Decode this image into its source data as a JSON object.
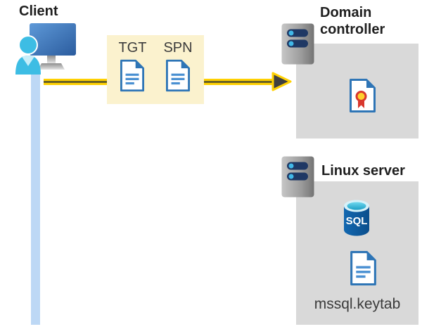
{
  "client": {
    "title": "Client"
  },
  "token_box": {
    "items": [
      {
        "label": "TGT"
      },
      {
        "label": "SPN"
      }
    ]
  },
  "domain_controller": {
    "title": "Domain controller"
  },
  "linux_server": {
    "title": "Linux server",
    "sql_label": "SQL",
    "keytab_label": "mssql.keytab"
  },
  "icons": {
    "client": "computer-user-icon",
    "token_documents": "document-icon",
    "domain_controller": "server-icon + certificate-icon",
    "linux_server": "server-icon + sql-database-icon + document-icon",
    "flow": "yellow-arrow-right"
  },
  "colors": {
    "arrow_yellow": "#FFD103",
    "arrow_core": "#6A6324",
    "token_box_yellow": "#FBF2CE",
    "panel_gray": "#D9D9D9",
    "doc_blue": "#2E75B6",
    "doc_line_blue": "#4A90D2",
    "person_cyan": "#3DBDE4",
    "monitor_blue": "#2B5C9E",
    "sql_blue": "#0E60A9",
    "sql_top_teal": "#35BCDF",
    "cert_red": "#D8382E",
    "cert_gold": "#FFD02E",
    "server_slot_navy": "#1F3864",
    "server_dot_cyan": "#41B8E8",
    "lifeline_blue": "#BDD8F5"
  }
}
